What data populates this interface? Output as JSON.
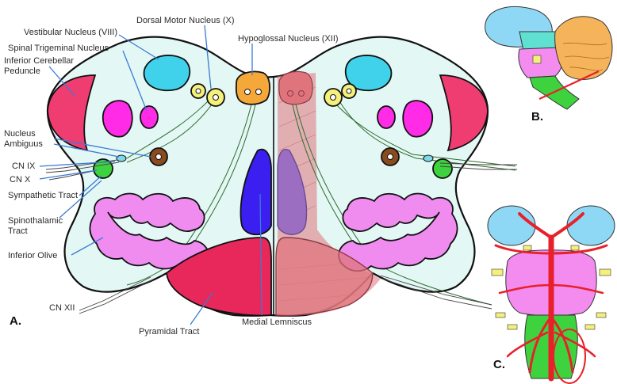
{
  "figure": {
    "panel_labels": {
      "a": "A.",
      "b": "B.",
      "c": "C."
    },
    "labels": {
      "vestibular_nucleus": "Vestibular Nucleus (VIII)",
      "spinal_trigeminal_nucleus": "Spinal Trigeminal Nucleus",
      "inferior_cerebellar_peduncle_1": "Inferior Cerebellar",
      "inferior_cerebellar_peduncle_2": "Peduncle",
      "nucleus_ambiguus_1": "Nucleus",
      "nucleus_ambiguus_2": "Ambiguus",
      "cn_ix": "CN IX",
      "cn_x": "CN X",
      "sympathetic_tract": "Sympathetic Tract",
      "spinothalamic_tract_1": "Spinothalamic",
      "spinothalamic_tract_2": "Tract",
      "inferior_olive": "Inferior Olive",
      "cn_xii": "CN XII",
      "pyramidal_tract": "Pyramidal Tract",
      "medial_lemniscus": "Medial Lemniscus",
      "dorsal_motor_nucleus": "Dorsal Motor Nucleus (X)",
      "hypoglossal_nucleus": "Hypoglossal Nucleus (XII)"
    },
    "colors": {
      "medulla_fill": "#e3f7f4",
      "vestibular": "#3fd2ea",
      "spinal_trigeminal": "#ff2be6",
      "peduncle": "#ef3d72",
      "ambiguus": "#8a4b1f",
      "sympathetic": "#3fd23f",
      "olive": "#f08cf0",
      "pyramid": "#e8275a",
      "lemniscus": "#3a1ff0",
      "dorsal_motor": "#f5f07a",
      "hypoglossal": "#f5a83a",
      "infarct": "#e0747c",
      "pointer": "#3a7bd5",
      "artery": "#e8202a"
    }
  }
}
